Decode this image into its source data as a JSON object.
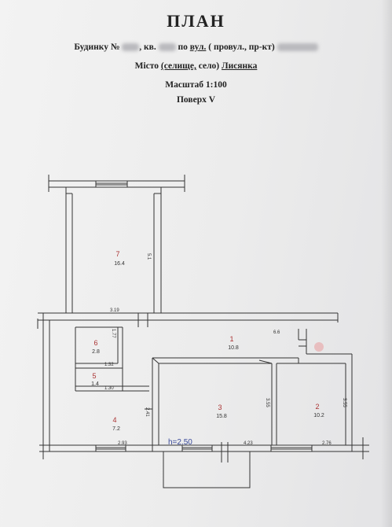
{
  "header": {
    "title": "ПЛАН",
    "building_label": "Будинку №",
    "apartment_label": ", кв.",
    "street_prefix": "по",
    "street_type": "вул.",
    "street_alt": "( провул., пр-кт)",
    "city_label": "Місто",
    "settlement_type": "(селище,",
    "village": "село)",
    "city_name": "Лисянка",
    "scale": "Масштаб 1:100",
    "floor": "Поверх V"
  },
  "rooms": [
    {
      "number": "7",
      "area": "16.4"
    },
    {
      "number": "6",
      "area": "2.8"
    },
    {
      "number": "5",
      "area": "1.4"
    },
    {
      "number": "4",
      "area": "7.2"
    },
    {
      "number": "1",
      "area": "10.8"
    },
    {
      "number": "3",
      "area": "15.8"
    },
    {
      "number": "2",
      "area": "10.2"
    }
  ],
  "dimensions": {
    "room7_side": "5.1",
    "room7_bottom": "3.19",
    "corridor_right": "6.6",
    "room6_side": "1.77",
    "room6_bottom": "1.32",
    "room5_bottom": "1.30",
    "room4_side": "2.41",
    "room4_bottom": "2.93",
    "room3_side": "3.55",
    "room3_bottom": "4.23",
    "room2_side": "3.55",
    "room2_bottom": "2.76"
  },
  "annotation": {
    "ceiling_height": "h=2.50"
  }
}
